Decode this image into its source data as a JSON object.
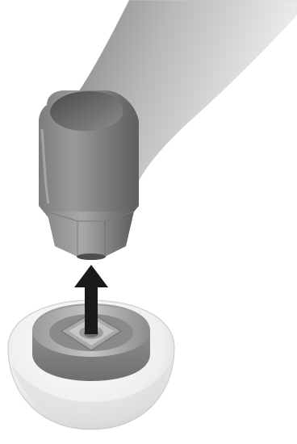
{
  "illustration": {
    "components": [
      "tool-handle",
      "tool-socket",
      "up-arrow",
      "cap-nut",
      "cap-base"
    ],
    "arrow_direction": "up",
    "colors": {
      "background": "#ffffff",
      "tool_dark": "#6a6a6a",
      "tool_mid": "#9a9a9a",
      "tool_light": "#d4d4d4",
      "arrow": "#1a1a1a",
      "cap_base": "#ececec",
      "cap_ring": "#8a8a8a"
    }
  }
}
